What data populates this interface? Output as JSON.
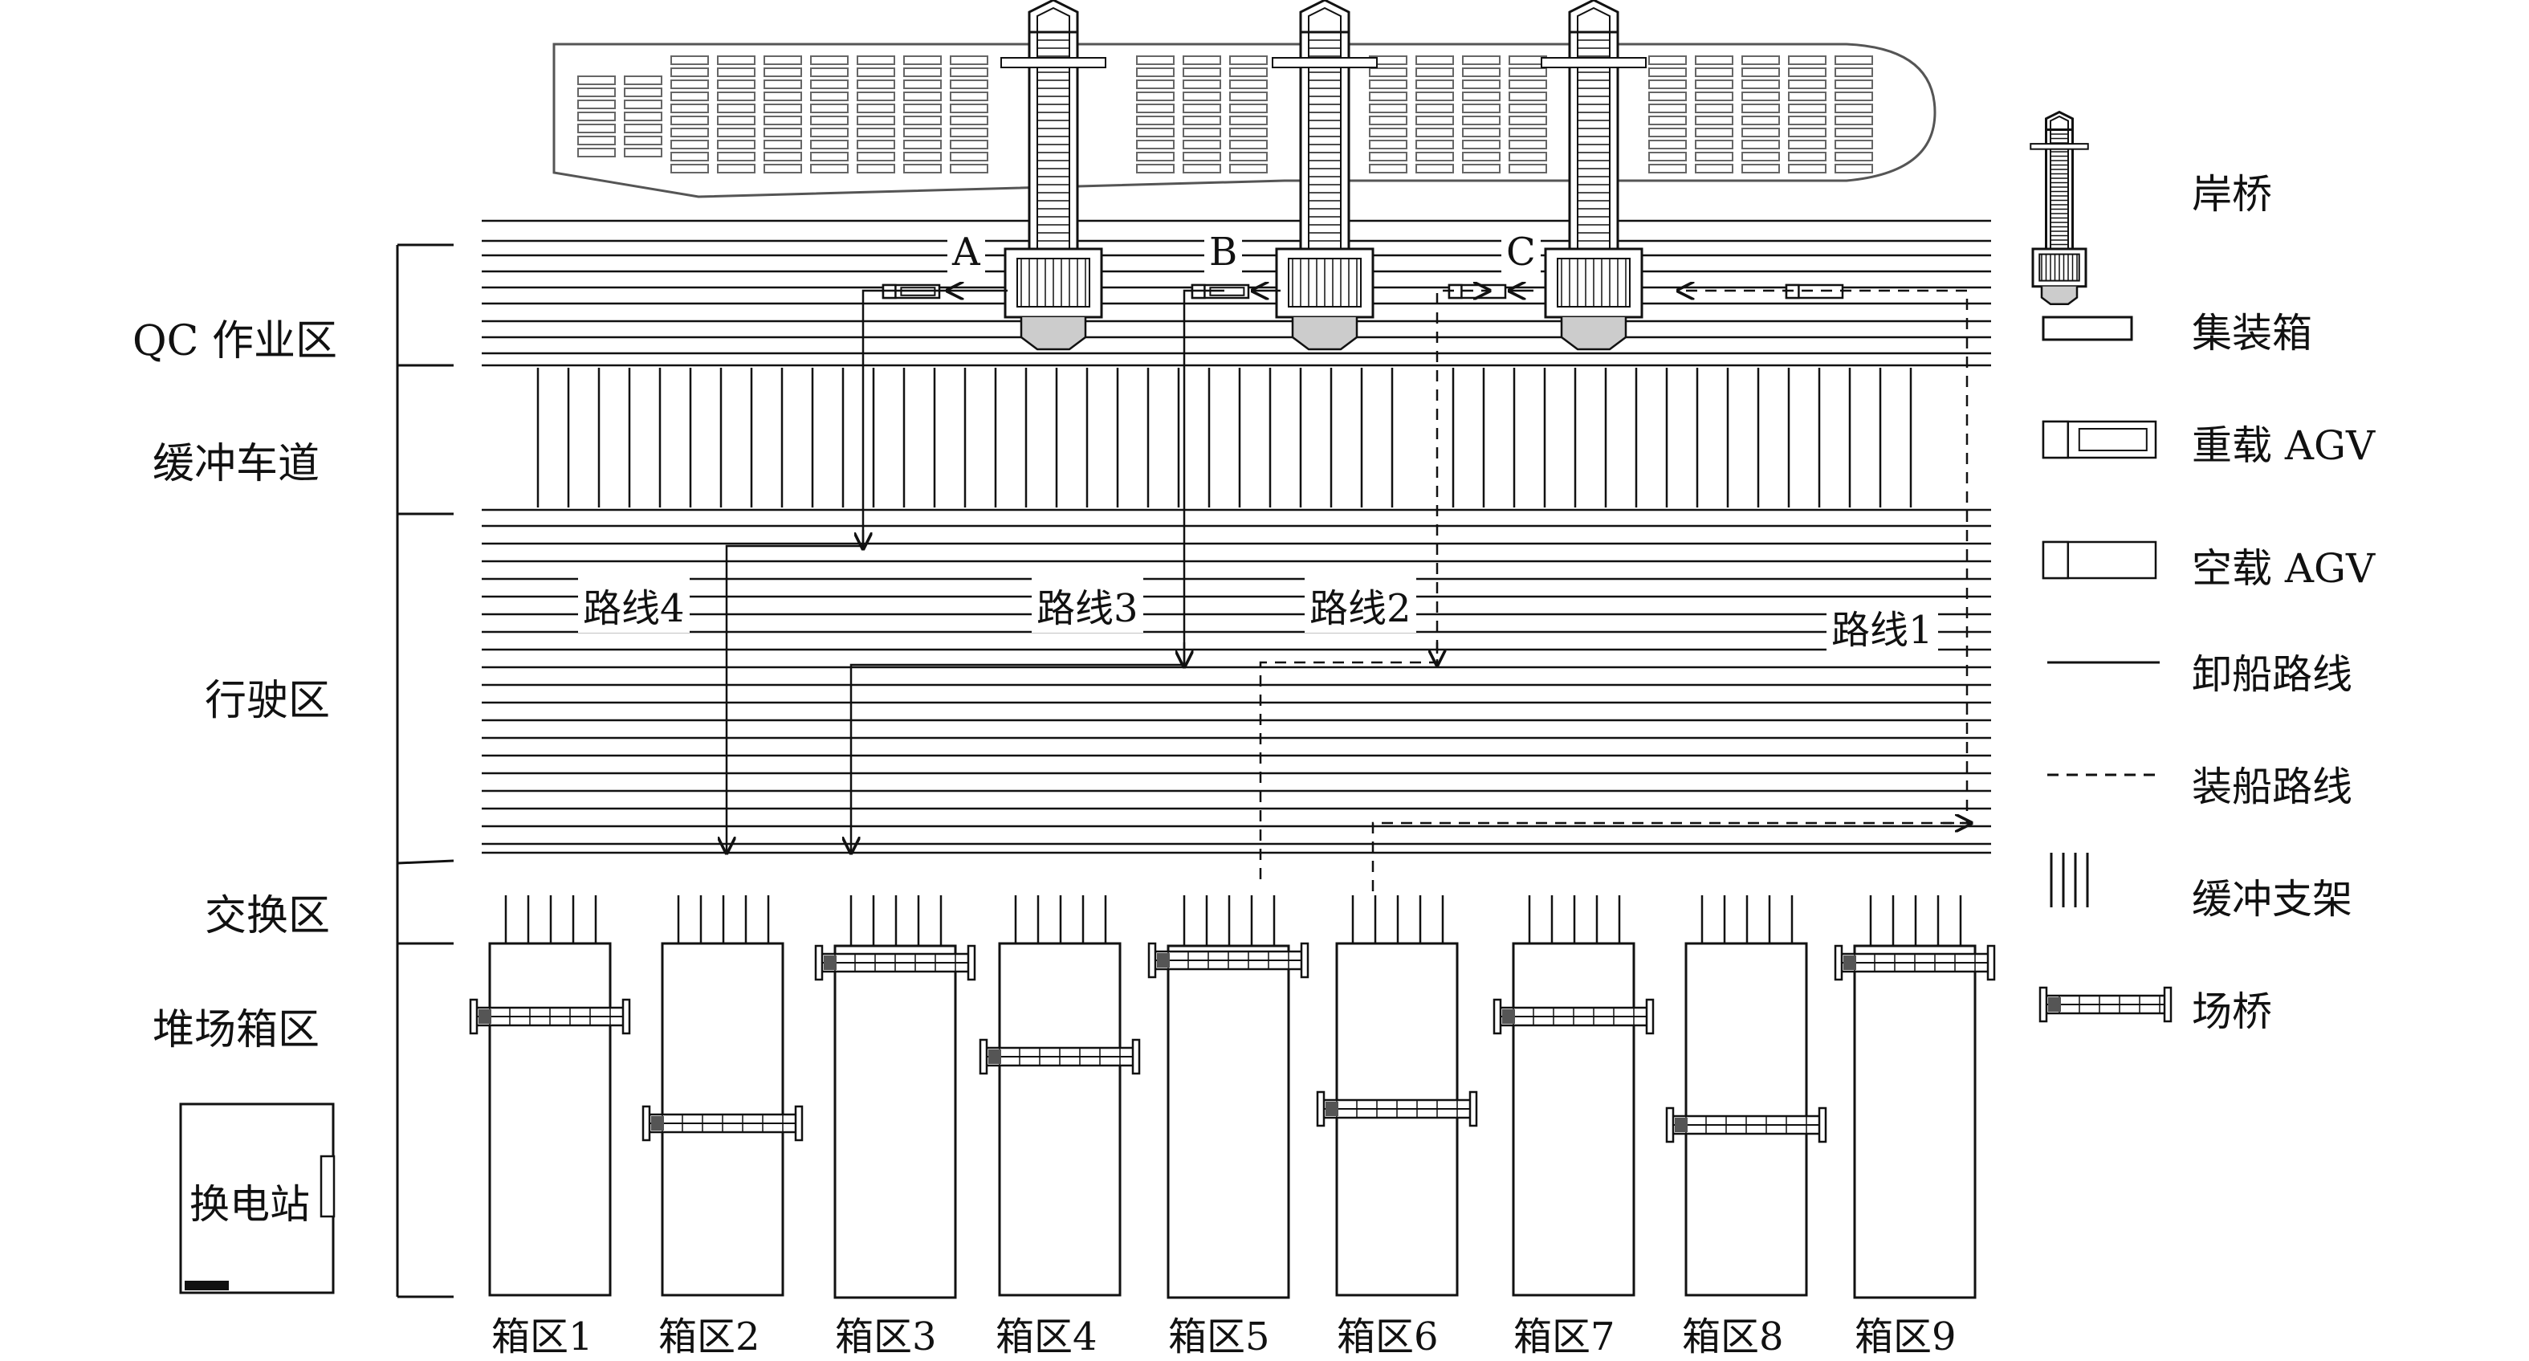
{
  "zones": [
    {
      "key": "qc",
      "label": "QC 作业区"
    },
    {
      "key": "buffer",
      "label": "缓冲车道"
    },
    {
      "key": "drive",
      "label": "行驶区"
    },
    {
      "key": "exchange",
      "label": "交换区"
    },
    {
      "key": "yard",
      "label": "堆场箱区"
    }
  ],
  "cranes": [
    "A",
    "B",
    "C"
  ],
  "routes": [
    "路线4",
    "路线3",
    "路线2",
    "路线1"
  ],
  "swap_station": "换电站",
  "yard_blocks": [
    "箱区1",
    "箱区2",
    "箱区3",
    "箱区4",
    "箱区5",
    "箱区6",
    "箱区7",
    "箱区8",
    "箱区9"
  ],
  "legend": [
    {
      "icon": "quay-crane-icon",
      "label": "岸桥"
    },
    {
      "icon": "container-icon",
      "label": "集装箱"
    },
    {
      "icon": "loaded-agv-icon",
      "label": "重载 AGV"
    },
    {
      "icon": "empty-agv-icon",
      "label": "空载 AGV"
    },
    {
      "icon": "solid-line-icon",
      "label": "卸船路线"
    },
    {
      "icon": "dashed-line-icon",
      "label": "装船路线"
    },
    {
      "icon": "buffer-rack-icon",
      "label": "缓冲支架"
    },
    {
      "icon": "yard-crane-icon",
      "label": "场桥"
    }
  ]
}
